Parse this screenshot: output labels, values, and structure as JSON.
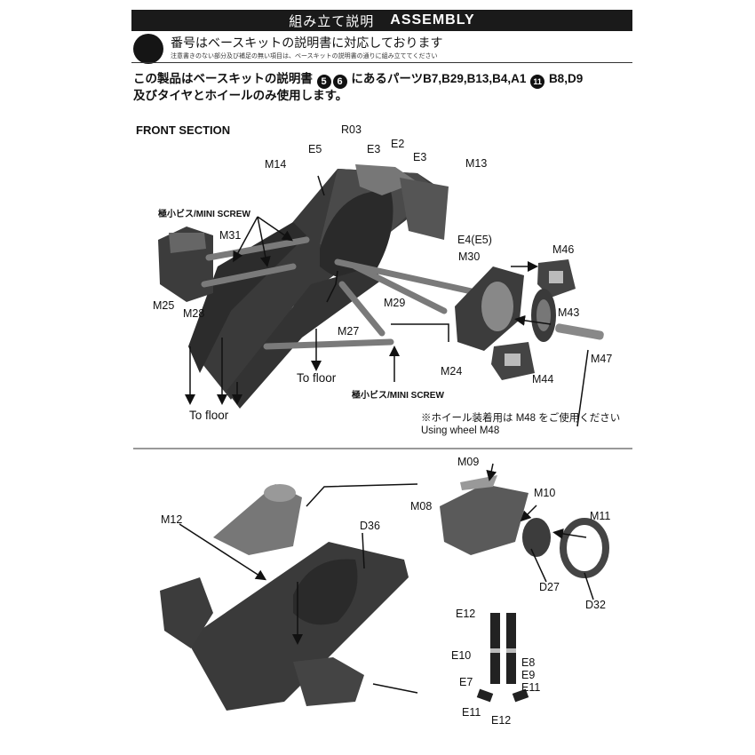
{
  "header": {
    "title_jp": "組み立て説明",
    "title_en": "ASSEMBLY"
  },
  "notice": {
    "main": "番号はベースキットの説明書に対応しております",
    "small": "注意書きのない部分及び補足の無い項目は、ベースキットの説明書の通りに組み立ててください"
  },
  "parts_note": {
    "line1_a": "この製品はベースキットの説明書",
    "step1": "5",
    "step2": "6",
    "line1_b": "にあるパーツB7,B29,B13,B4,A1",
    "step3": "11",
    "line1_c": "B8,D9",
    "line2": "及びタイヤとホイールのみ使用します。"
  },
  "front_section": {
    "title": "FRONT SECTION",
    "labels": {
      "r03": "R03",
      "e5": "E5",
      "e3a": "E3",
      "e2": "E2",
      "e3b": "E3",
      "m13": "M13",
      "m14": "M14",
      "mini_screw_1": "極小ビス/MINI SCREW",
      "m31": "M31",
      "e4": "E4(E5)",
      "m30": "M30",
      "m46": "M46",
      "m25": "M25",
      "m28": "M28",
      "m29": "M29",
      "m43": "M43",
      "m27": "M27",
      "m24": "M24",
      "m47": "M47",
      "m44": "M44",
      "mini_screw_2": "極小ビス/MINI SCREW",
      "to_floor_1": "To floor",
      "to_floor_2": "To floor"
    },
    "wheel_note_jp": "※ホイール装着用は M48 をご使用ください",
    "wheel_note_en": "Using wheel    M48"
  },
  "cockpit_section": {
    "labels": {
      "m09": "M09",
      "m10": "M10",
      "m08": "M08",
      "m11": "M11",
      "m12": "M12",
      "d36": "D36",
      "d27": "D27",
      "d32": "D32",
      "e12a": "E12",
      "e10": "E10",
      "e8": "E8",
      "e9": "E9",
      "e7": "E7",
      "e11a": "E11",
      "e11b": "E11",
      "e12b": "E12"
    }
  },
  "colors": {
    "ink": "#111111",
    "part_dark": "#3a3a3a",
    "part_mid": "#6a6a6a",
    "part_light": "#9a9a9a"
  }
}
